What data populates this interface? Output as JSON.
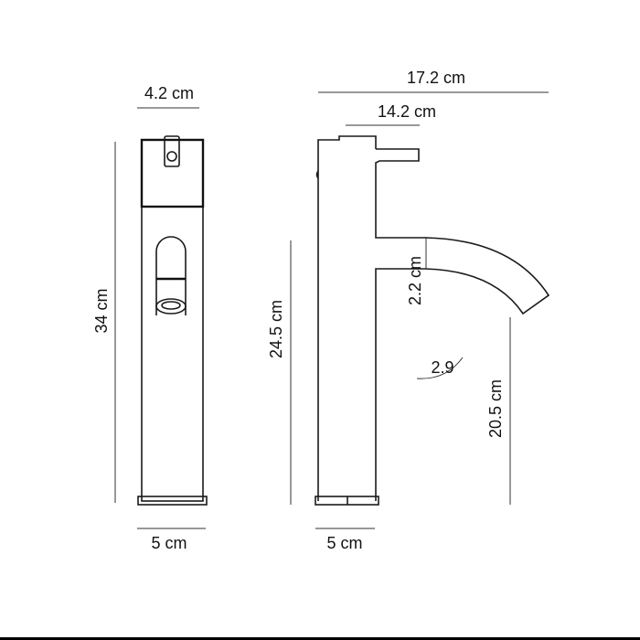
{
  "front_view": {
    "top_width": "4.2 cm",
    "height": "34 cm",
    "base_width": "5 cm"
  },
  "side_view": {
    "total_depth": "17.2 cm",
    "handle_depth": "14.2 cm",
    "spout_height": "24.5 cm",
    "spout_diameter": "2.2 cm",
    "spout_angle": "2.9",
    "outlet_height": "20.5 cm",
    "base_width": "5 cm"
  }
}
